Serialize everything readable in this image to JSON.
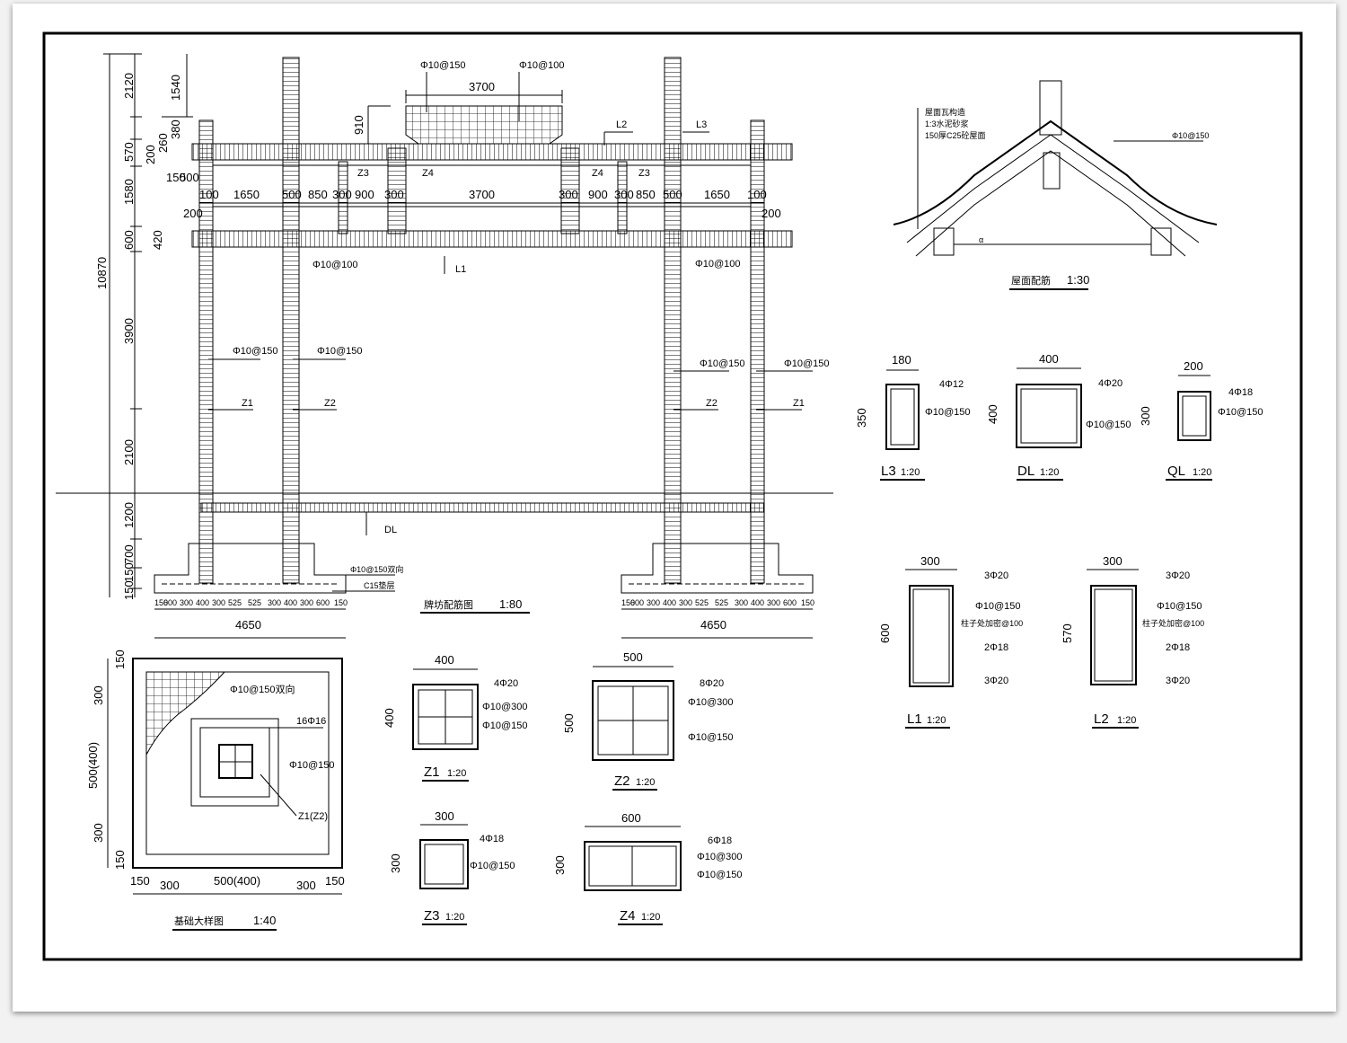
{
  "elevation": {
    "title": "牌坊配筋图",
    "scale": "1:80",
    "v_dims_outer": [
      "2120",
      "570",
      "1580",
      "600",
      "3900",
      "2100",
      "1200",
      "700",
      "150",
      "150"
    ],
    "total_height": "10870",
    "v_dims_inner": [
      "1540",
      "380",
      "260",
      "200",
      "150",
      "500",
      "420",
      "910"
    ],
    "top_span": "3700",
    "h_dims_row": [
      "100",
      "1650",
      "500",
      "850",
      "300",
      "900",
      "300",
      "3700",
      "300",
      "900",
      "300",
      "850",
      "500",
      "1650",
      "100"
    ],
    "side_200": "200",
    "bottom_dims": [
      "150",
      "600",
      "300",
      "400",
      "300",
      "525",
      "525",
      "300",
      "400",
      "300",
      "600",
      "150"
    ],
    "footing_width": "4650",
    "labels": {
      "phi_top_left": "Φ10@150",
      "phi_top_right": "Φ10@100",
      "l1": "L1",
      "l2": "L2",
      "l3": "L3",
      "z1": "Z1",
      "z2": "Z2",
      "z3": "Z3",
      "z4": "Z4",
      "phi_l1_left": "Φ10@100",
      "phi_l1_right": "Φ10@100",
      "phi_z1_left": "Φ10@150",
      "phi_z2_left": "Φ10@150",
      "phi_z2_right": "Φ10@150",
      "phi_z1_right": "Φ10@150",
      "dl": "DL",
      "phi_footing": "Φ10@150双向",
      "c15": "C15垫层"
    }
  },
  "roof": {
    "title": "屋面配筋",
    "scale": "1:30",
    "notes": [
      "屋面瓦构造",
      "1:3水泥砂浆",
      "150厚C25砼屋面"
    ],
    "phi": "Φ10@150",
    "alpha": "α"
  },
  "sections": {
    "l3": {
      "name": "L3",
      "scale": "1:20",
      "w": "180",
      "h": "350",
      "bars": "4Φ12",
      "stirrup": "Φ10@150"
    },
    "dl": {
      "name": "DL",
      "scale": "1:20",
      "w": "400",
      "h": "400",
      "bars": "4Φ20",
      "stirrup": "Φ10@150"
    },
    "ql": {
      "name": "QL",
      "scale": "1:20",
      "w": "200",
      "h": "300",
      "bars": "4Φ18",
      "stirrup": "Φ10@150"
    },
    "l1": {
      "name": "L1",
      "scale": "1:20",
      "w": "300",
      "h": "600",
      "top": "3Φ20",
      "stirrup": "Φ10@150",
      "note": "柱子处加密@100",
      "mid": "2Φ18",
      "bottom": "3Φ20"
    },
    "l2": {
      "name": "L2",
      "scale": "1:20",
      "w": "300",
      "h": "570",
      "top": "3Φ20",
      "stirrup": "Φ10@150",
      "note": "柱子处加密@100",
      "mid": "2Φ18",
      "bottom": "3Φ20"
    },
    "z1": {
      "name": "Z1",
      "scale": "1:20",
      "w": "400",
      "h": "400",
      "bars": "4Φ20",
      "s1": "Φ10@300",
      "s2": "Φ10@150"
    },
    "z2": {
      "name": "Z2",
      "scale": "1:20",
      "w": "500",
      "h": "500",
      "bars": "8Φ20",
      "s1": "Φ10@300",
      "s2": "Φ10@150"
    },
    "z3": {
      "name": "Z3",
      "scale": "1:20",
      "w": "300",
      "h": "300",
      "bars": "4Φ18",
      "s1": "Φ10@150"
    },
    "z4": {
      "name": "Z4",
      "scale": "1:20",
      "w": "600",
      "h": "300",
      "bars": "6Φ18",
      "s1": "Φ10@300",
      "s2": "Φ10@150"
    }
  },
  "foundation": {
    "title": "基础大样图",
    "scale": "1:40",
    "mesh": "Φ10@150双向",
    "bars": "16Φ16",
    "stirrup": "Φ10@150",
    "col": "Z1(Z2)",
    "v_dims": [
      "150",
      "300",
      "500(400)",
      "300",
      "150"
    ],
    "h_dims": [
      "150",
      "300",
      "500(400)",
      "300",
      "150"
    ]
  }
}
